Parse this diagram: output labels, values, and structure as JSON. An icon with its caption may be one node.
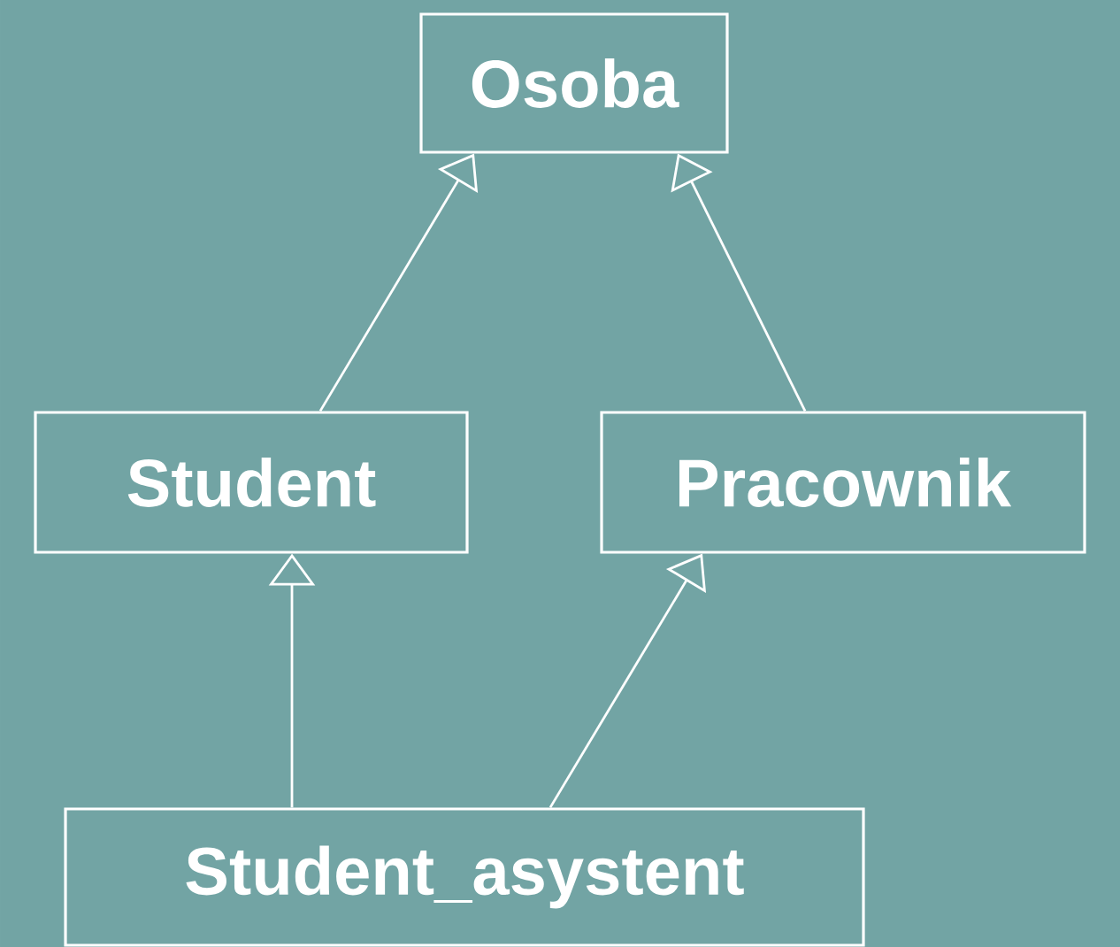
{
  "diagram": {
    "nodes": [
      {
        "text": [
          "Osoba"
        ]
      },
      {
        "text": [
          "Student"
        ]
      },
      {
        "text": [
          "Pracownik"
        ]
      },
      {
        "text": [
          "Student_asystent"
        ]
      }
    ],
    "edges": [
      {
        "from": 1,
        "to": 0,
        "arrow": "to"
      },
      {
        "from": 2,
        "to": 0,
        "arrow": "to"
      },
      {
        "from": 3,
        "to": 1,
        "arrow": "to"
      },
      {
        "from": 3,
        "to": 2,
        "arrow": "to"
      }
    ]
  }
}
